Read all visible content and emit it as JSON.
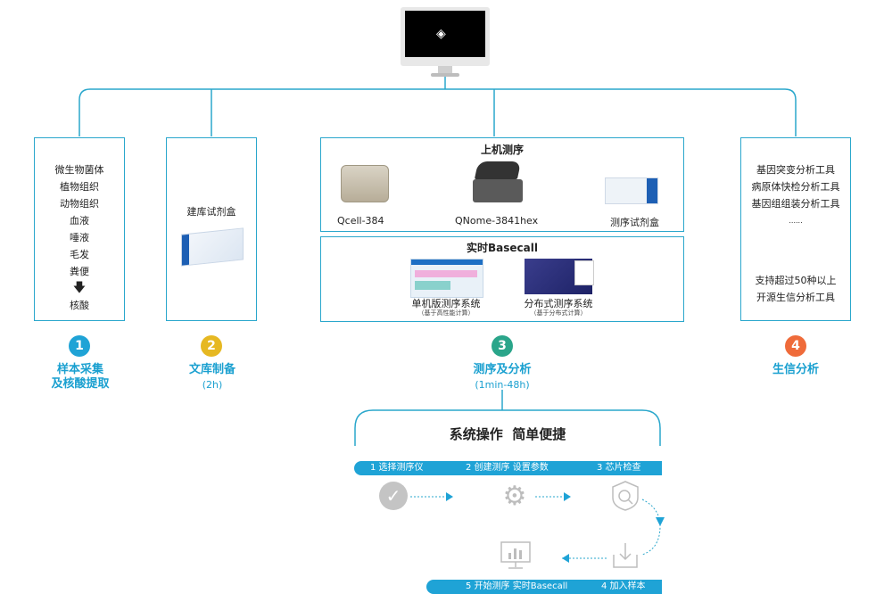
{
  "steps": [
    {
      "num": "1",
      "title_line1": "样本采集",
      "title_line2": "及核酸提取",
      "color": "#1fa3d6"
    },
    {
      "num": "2",
      "title": "文库制备",
      "sub": "(2h)",
      "color": "#e6b822"
    },
    {
      "num": "3",
      "title": "测序及分析",
      "sub": "(1min-48h)",
      "color": "#2aa58a"
    },
    {
      "num": "4",
      "title": "生信分析",
      "color": "#ef6b3a"
    }
  ],
  "sample_box": {
    "items": [
      "微生物菌体",
      "植物组织",
      "动物组织",
      "血液",
      "唾液",
      "毛发",
      "粪便"
    ],
    "result": "核酸"
  },
  "library_box": {
    "label": "建库试剂盒"
  },
  "sequencing_box": {
    "title": "上机测序",
    "devices": [
      "Qcell-384",
      "QNome-3841hex",
      "测序试剂盒"
    ]
  },
  "basecall_box": {
    "title": "实时Basecall",
    "systems": [
      {
        "name": "单机版测序系统",
        "note": "（基于高性能计算）"
      },
      {
        "name": "分布式测序系统",
        "note": "（基于分布式计算）"
      }
    ]
  },
  "bioinfo_box": {
    "items": [
      "基因突变分析工具",
      "病原体快检分析工具",
      "基因组组装分析工具",
      "......"
    ],
    "footer_line1": "支持超过50种以上",
    "footer_line2": "开源生信分析工具"
  },
  "workflow": {
    "title": "系统操作  简单便捷",
    "bar_top": [
      "1 选择测序仪",
      "2 创建测序 设置参数",
      "3 芯片检查"
    ],
    "bar_bottom": [
      "5 开始测序  实时Basecall",
      "4 加入样本"
    ]
  }
}
